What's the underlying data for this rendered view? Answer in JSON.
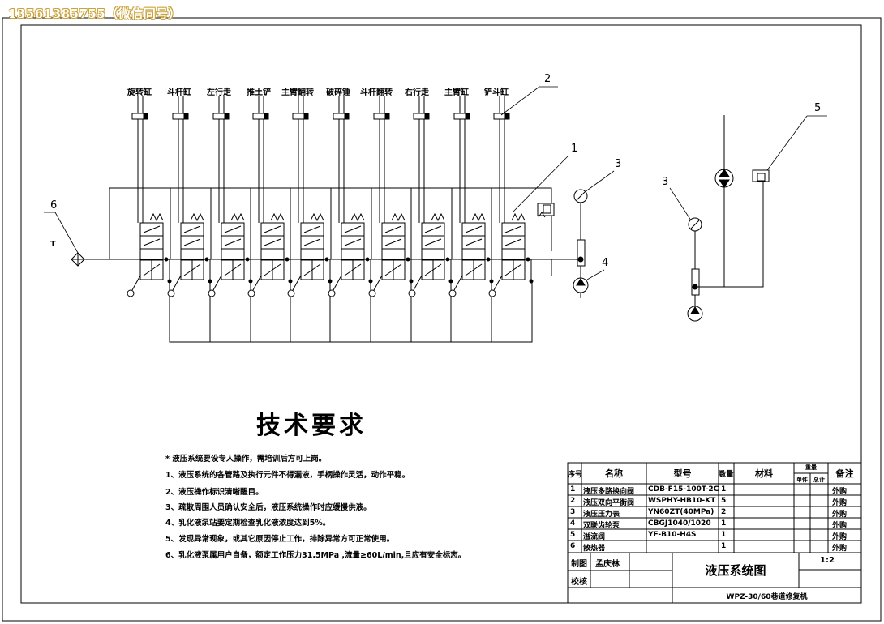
{
  "watermark": "13561385755（微信同号）",
  "actuators": [
    "旋转缸",
    "斗杆缸",
    "左行走",
    "推土铲",
    "主臂翻转",
    "破碎锤",
    "斗杆翻转",
    "右行走",
    "主臂缸",
    "铲斗缸"
  ],
  "callouts": {
    "c1": "1",
    "c2": "2",
    "c3a": "3",
    "c3b": "3",
    "c4": "4",
    "c5": "5",
    "c6": "6"
  },
  "tank_label": "T",
  "heading": "技术要求",
  "requirements": [
    "* 液压系统要设专人操作，需培训后方可上岗。",
    "1、液压系统的各管路及执行元件不得漏液，手柄操作灵活，动作平稳。",
    "2、液压操作标识清晰醒目。",
    "3、疏散周围人员确认安全后，液压系统操作时应缓慢供液。",
    "4、乳化液泵站要定期检查乳化液浓度达到5%。",
    "5、发现异常现象，或其它原因停止工作，排除异常方可正常使用。",
    "6、乳化液泵属用户自备，额定工作压力31.5MPa ,流量≥60L/min,且应有安全标志。"
  ],
  "bom": {
    "headers": {
      "no": "序号",
      "name": "名称",
      "model": "型号",
      "qty": "数量",
      "material": "材料",
      "weight": "重量",
      "unit": "单件",
      "total": "总计",
      "remark": "备注"
    },
    "rows": [
      {
        "no": "1",
        "name": "液压多路换向阀",
        "model": "CDB-F15-100T-2C",
        "qty": "1",
        "remark": "外购"
      },
      {
        "no": "2",
        "name": "液压双向平衡阀",
        "model": "WSPHY-HB10-KT",
        "qty": "5",
        "remark": "外购"
      },
      {
        "no": "3",
        "name": "液压压力表",
        "model": "YN60ZT(40MPa)",
        "qty": "2",
        "remark": "外购"
      },
      {
        "no": "4",
        "name": "双联齿轮泵",
        "model": "CBGJ1040/1020",
        "qty": "1",
        "remark": "外购"
      },
      {
        "no": "5",
        "name": "溢流阀",
        "model": "YF-B10-H4S",
        "qty": "1",
        "remark": "外购"
      },
      {
        "no": "6",
        "name": "散热器",
        "model": "",
        "qty": "1",
        "remark": "外购"
      }
    ]
  },
  "titleblock": {
    "draw_label": "制图",
    "drawer": "孟庆林",
    "check_label": "校核",
    "drawing_name": "液压系统图",
    "scale": "1:2",
    "machine": "WPZ-30/60巷道修复机"
  }
}
